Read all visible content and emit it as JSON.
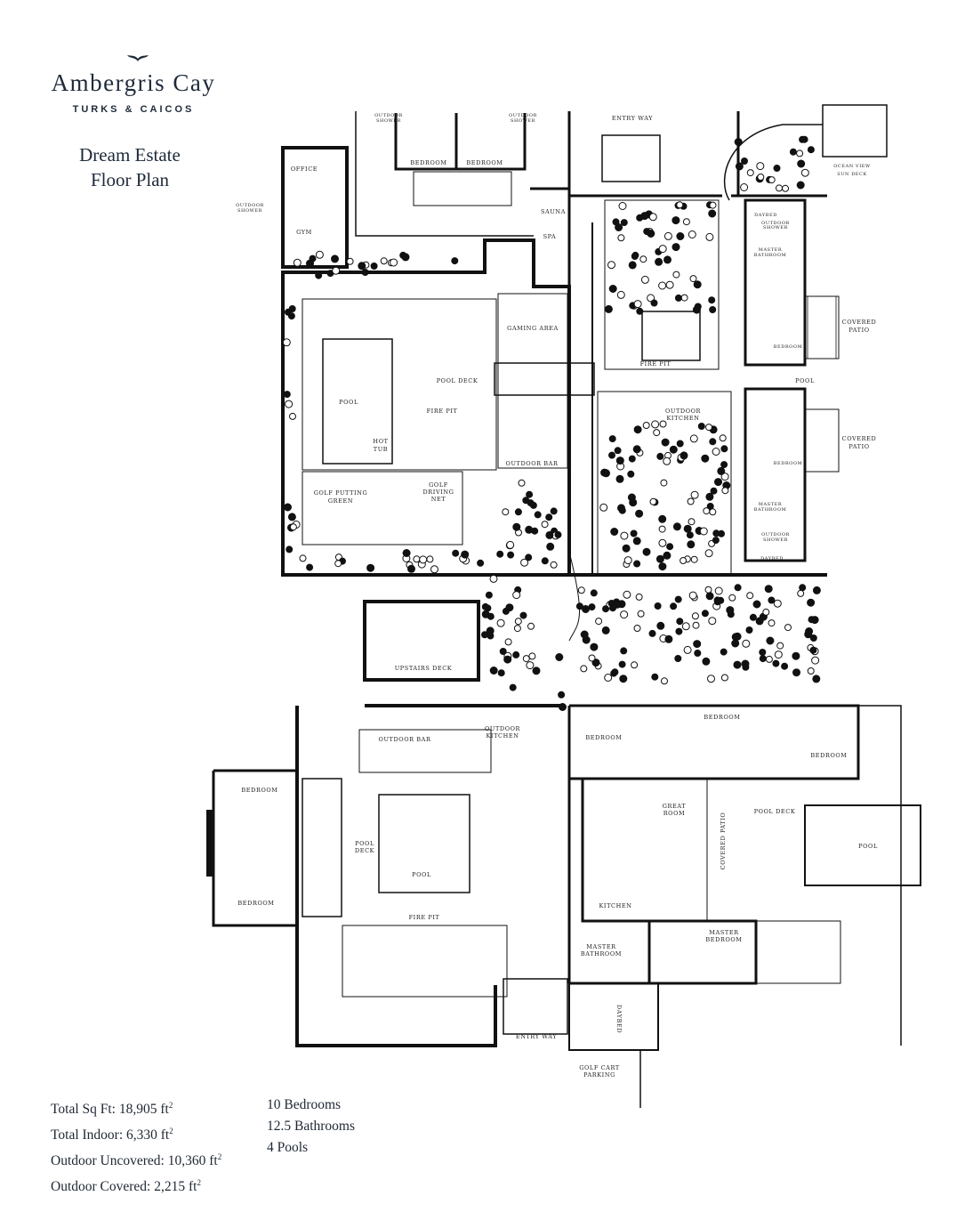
{
  "brand": {
    "name": "Ambergris Cay",
    "subtitle": "TURKS & CAICOS",
    "logo_icon": "whale-tail-icon"
  },
  "title": {
    "line1": "Dream Estate",
    "line2": "Floor Plan"
  },
  "stats": {
    "left": [
      {
        "label": "Total Sq Ft:",
        "value": "18,905 ft",
        "unit_sup": "2"
      },
      {
        "label": "Total Indoor:",
        "value": "6,330 ft",
        "unit_sup": "2"
      },
      {
        "label": "Outdoor Uncovered:",
        "value": "10,360 ft",
        "unit_sup": "2"
      },
      {
        "label": "Outdoor Covered:",
        "value": "2,215 ft",
        "unit_sup": "2"
      }
    ],
    "right": [
      "10 Bedrooms",
      "12.5 Bathrooms",
      "4 Pools"
    ]
  },
  "labels": [
    "OUTDOOR",
    "SHOWER",
    "OUTDOOR",
    "SHOWER",
    "BEDROOM",
    "BEDROOM",
    "ENTRY WAY",
    "OCEAN VIEW",
    "SUN DECK",
    "OFFICE",
    "OUTDOOR",
    "SHOWER",
    "GYM",
    "SAUNA",
    "SPA",
    "DAYBED",
    "OUTDOOR",
    "SHOWER",
    "MASTER",
    "BATHROOM",
    "COVERED",
    "PATIO",
    "BEDROOM",
    "GAMING AREA",
    "FIRE PIT",
    "POOL DECK",
    "POOL",
    "POOL",
    "FIRE PIT",
    "HOT",
    "TUB",
    "OUTDOOR",
    "KITCHEN",
    "COVERED",
    "PATIO",
    "BEDROOM",
    "OUTDOOR BAR",
    "GOLF PUTTING",
    "GREEN",
    "GOLF",
    "DRIVING",
    "NET",
    "MASTER",
    "BATHROOM",
    "OUTDOOR",
    "SHOWER",
    "DAYBED",
    "UPSTAIRS DECK",
    "OUTDOOR BAR",
    "OUTDOOR",
    "KITCHEN",
    "BEDROOM",
    "BEDROOM",
    "BEDROOM",
    "BEDROOM",
    "POOL",
    "DECK",
    "BEDROOM",
    "GREAT",
    "ROOM",
    "POOL DECK",
    "COVERED PATIO",
    "POOL",
    "POOL",
    "KITCHEN",
    "FIRE PIT",
    "MASTER",
    "BEDROOM",
    "MASTER",
    "BATHROOM",
    "DAYBED",
    "ENTRY WAY",
    "GOLF CART",
    "PARKING"
  ]
}
